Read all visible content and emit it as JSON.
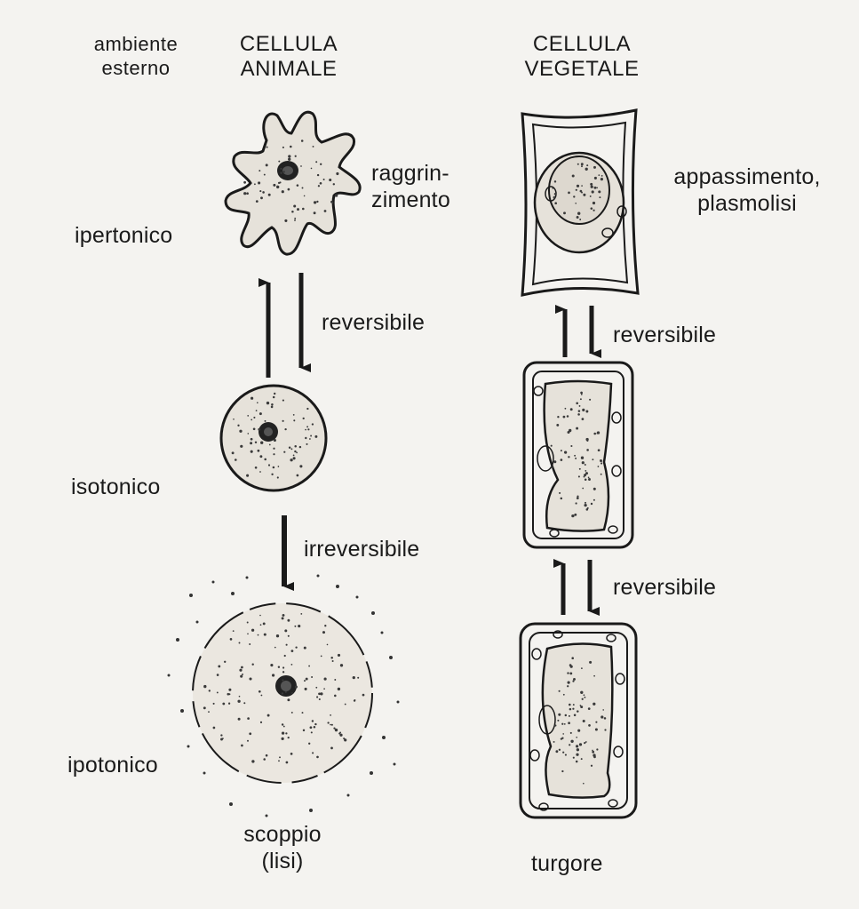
{
  "headers": {
    "environment": "ambiente\nesterno",
    "animal_cell": "CELLULA\nANIMALE",
    "plant_cell": "CELLULA\nVEGETALE"
  },
  "environments": {
    "hypertonic": "ipertonico",
    "isotonic": "isotonico",
    "hypotonic": "ipotonico"
  },
  "animal": {
    "hypertonic_result": "raggrin-\nzimento",
    "transition_1": "reversibile",
    "transition_2": "irreversibile",
    "hypotonic_result": "scoppio\n(lisi)"
  },
  "plant": {
    "hypertonic_result": "appassimento,\nplasmolisi",
    "transition_1": "reversibile",
    "transition_2": "reversibile",
    "hypotonic_result": "turgore"
  },
  "colors": {
    "ink": "#1a1a1a",
    "paper": "#f4f3f0",
    "cytoplasm": "#e6e2da"
  }
}
